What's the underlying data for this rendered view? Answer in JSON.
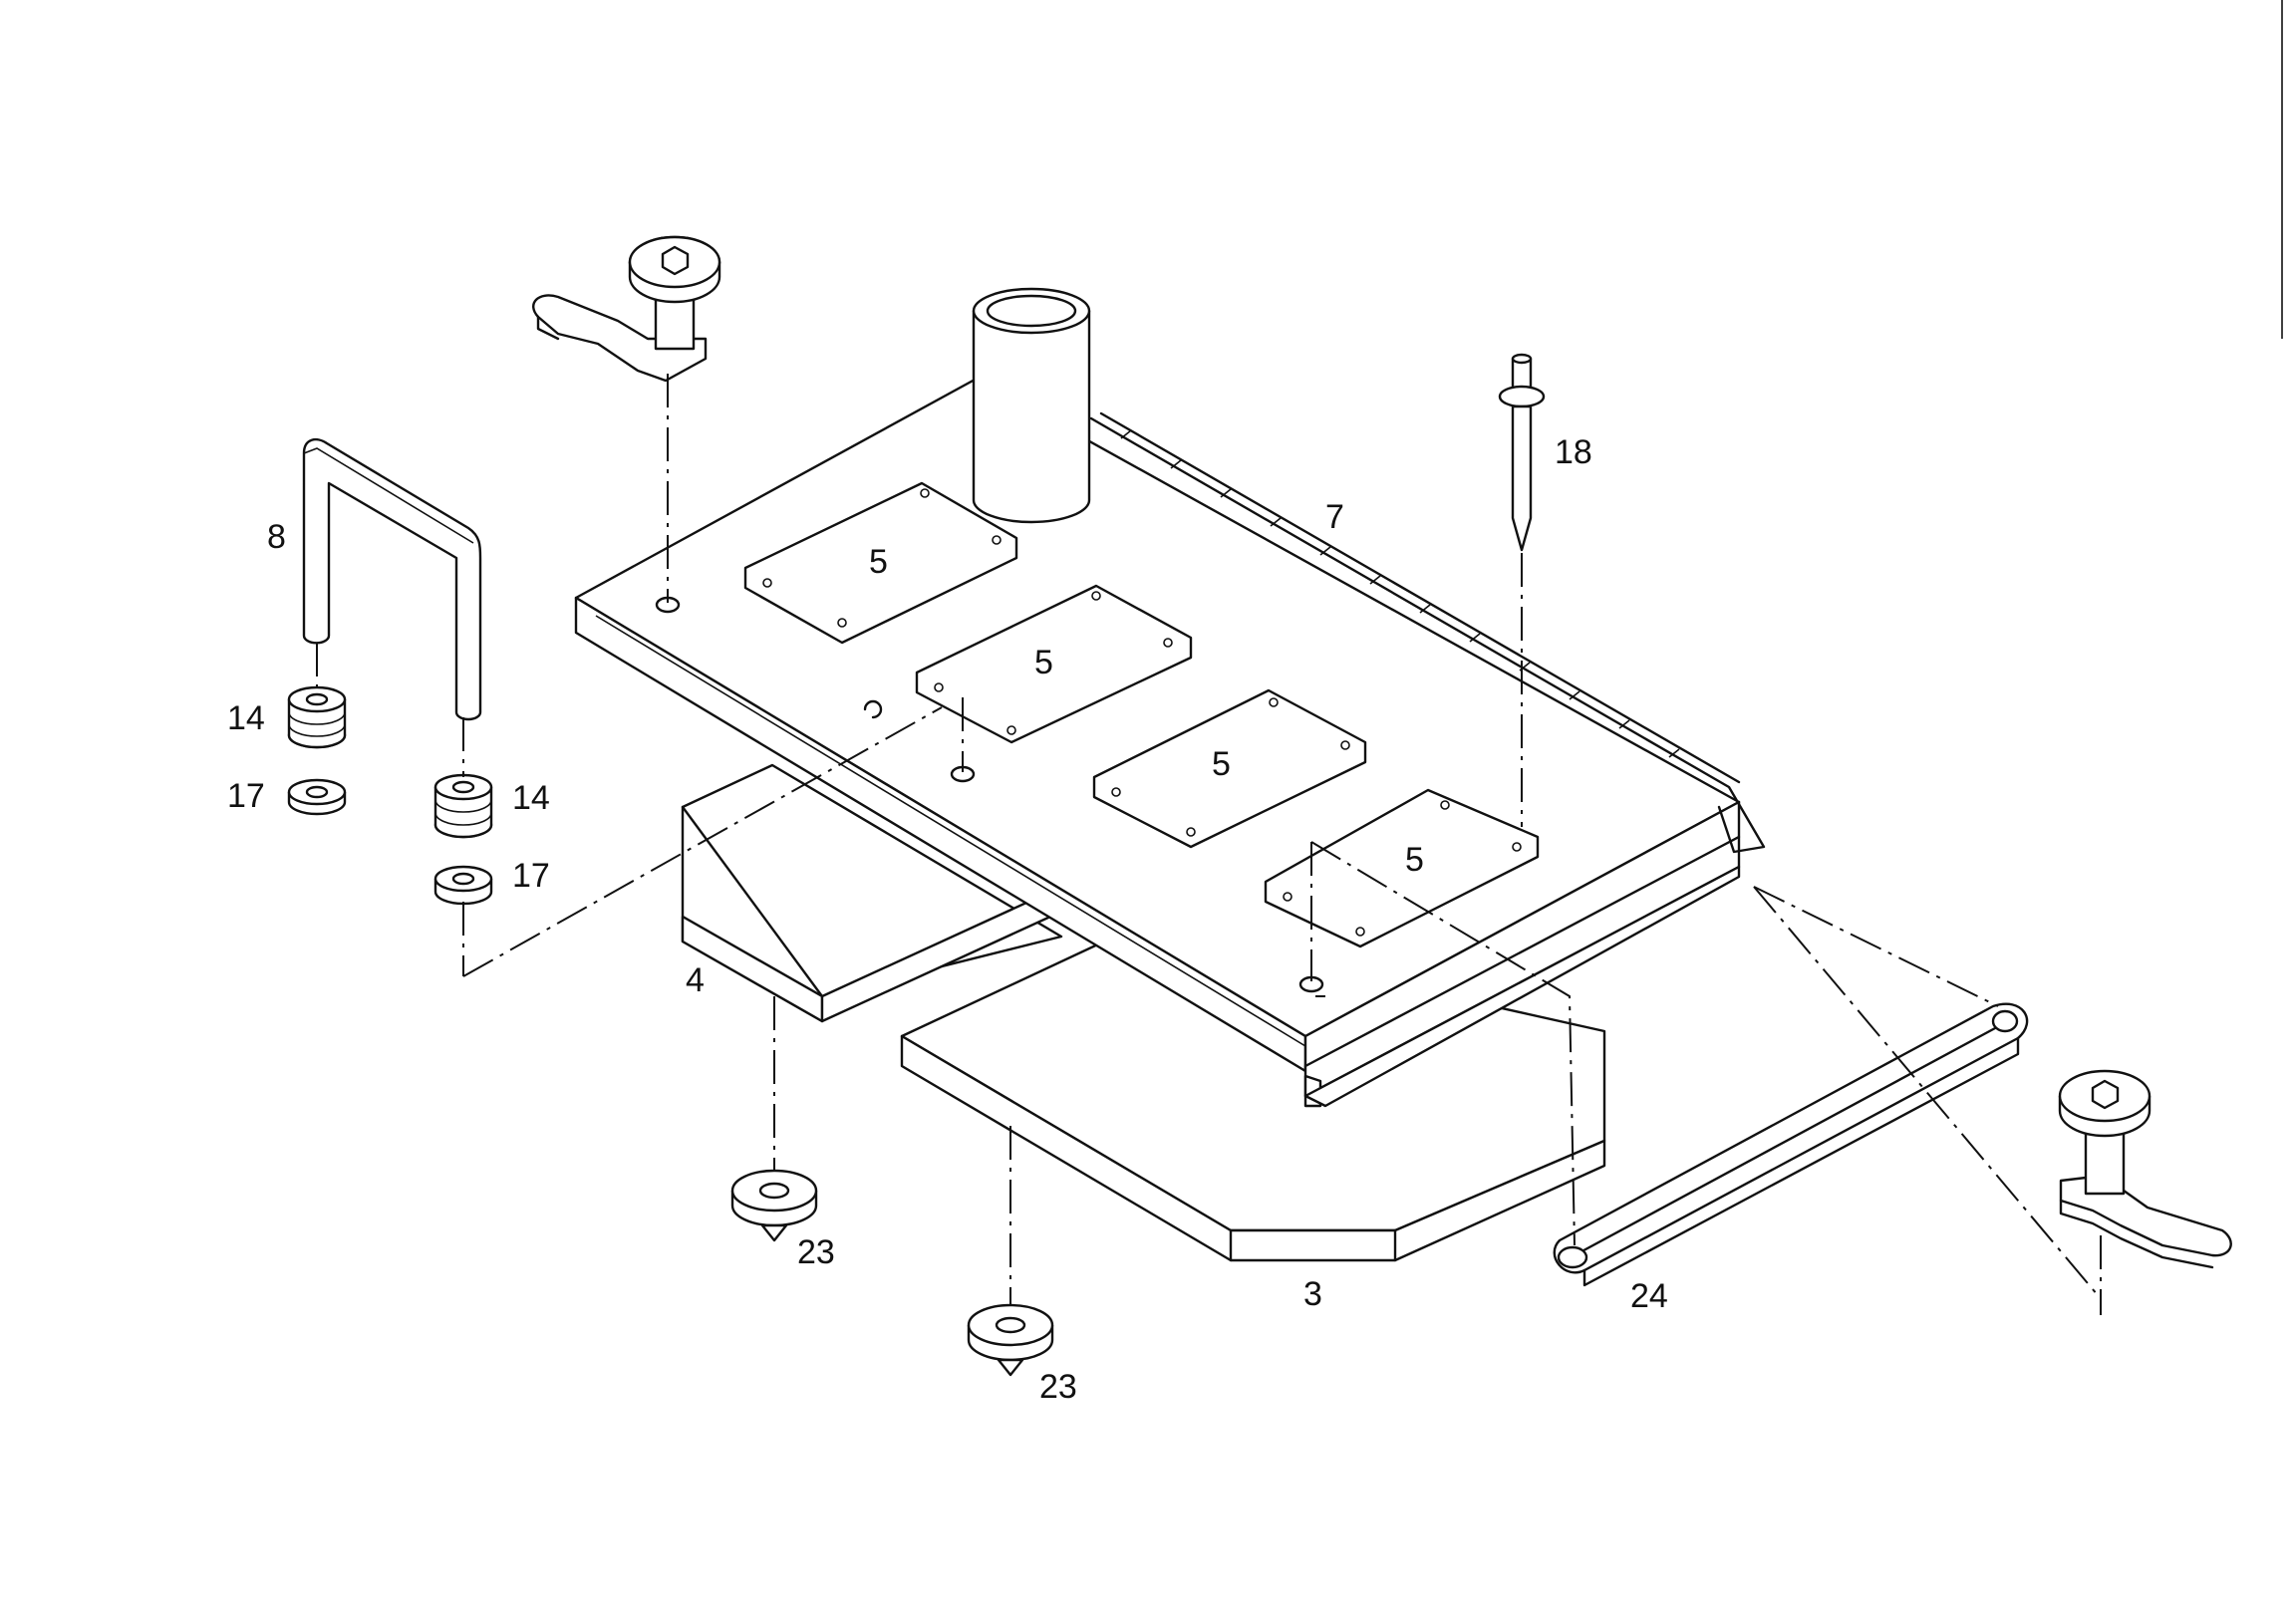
{
  "callouts": {
    "c3": "3",
    "c4": "4",
    "c5a": "5",
    "c5b": "5",
    "c5c": "5",
    "c5d": "5",
    "c7": "7",
    "c8": "8",
    "c14a": "14",
    "c14b": "14",
    "c17a": "17",
    "c17b": "17",
    "c18": "18",
    "c23a": "23",
    "c23b": "23",
    "c24": "24"
  }
}
